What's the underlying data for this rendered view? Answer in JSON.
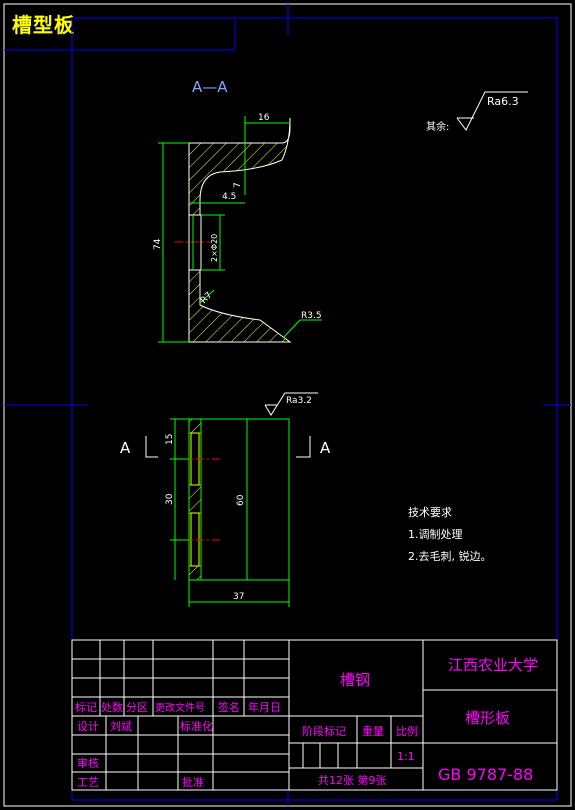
{
  "drawing": {
    "corner_title": "槽型板",
    "section_label": "A—A",
    "view_label_left": "A",
    "view_label_right": "A",
    "surface_finish_top": "Ra6.3",
    "surface_finish_rest_label": "其余:",
    "surface_finish_front": "Ra3.2",
    "dimensions": {
      "top_width": "16",
      "web_offset": "4.5",
      "flange_thickness": "7",
      "height": "74",
      "holes": "2×Φ20",
      "radius_inner": "R7",
      "radius_outer": "R3.5",
      "front_top": "15",
      "front_mid": "30",
      "front_height": "60",
      "front_width": "37"
    },
    "tech_requirements": {
      "heading": "技术要求",
      "items": [
        "1.调制处理",
        "2.去毛刺, 锐边。"
      ]
    }
  },
  "title_block": {
    "part_name": "槽钢",
    "school": "江西农业大学",
    "drawing_name": "槽形板",
    "standard": "GB 9787-88",
    "headers": [
      "标记",
      "处数",
      "分区",
      "更改文件号",
      "签名",
      "年月日"
    ],
    "designer_label": "设计",
    "designer_name": "刘斌",
    "standardization_label": "标准化",
    "stage_label": "阶段标记",
    "weight_label": "重量",
    "scale_label": "比例",
    "scale_value": "1:1",
    "review_label": "审核",
    "process_label": "工艺",
    "approve_label": "批准",
    "sheet_info": "共12张 第9张"
  },
  "colors": {
    "border": "#0000ff",
    "outline": "#ffffff",
    "part": "#00ff00",
    "text": "#ff00ff",
    "dim_text": "#ffffff",
    "section_label": "#7fa8ff",
    "hatch": "#ffff00",
    "center_line": "#ff0000"
  }
}
